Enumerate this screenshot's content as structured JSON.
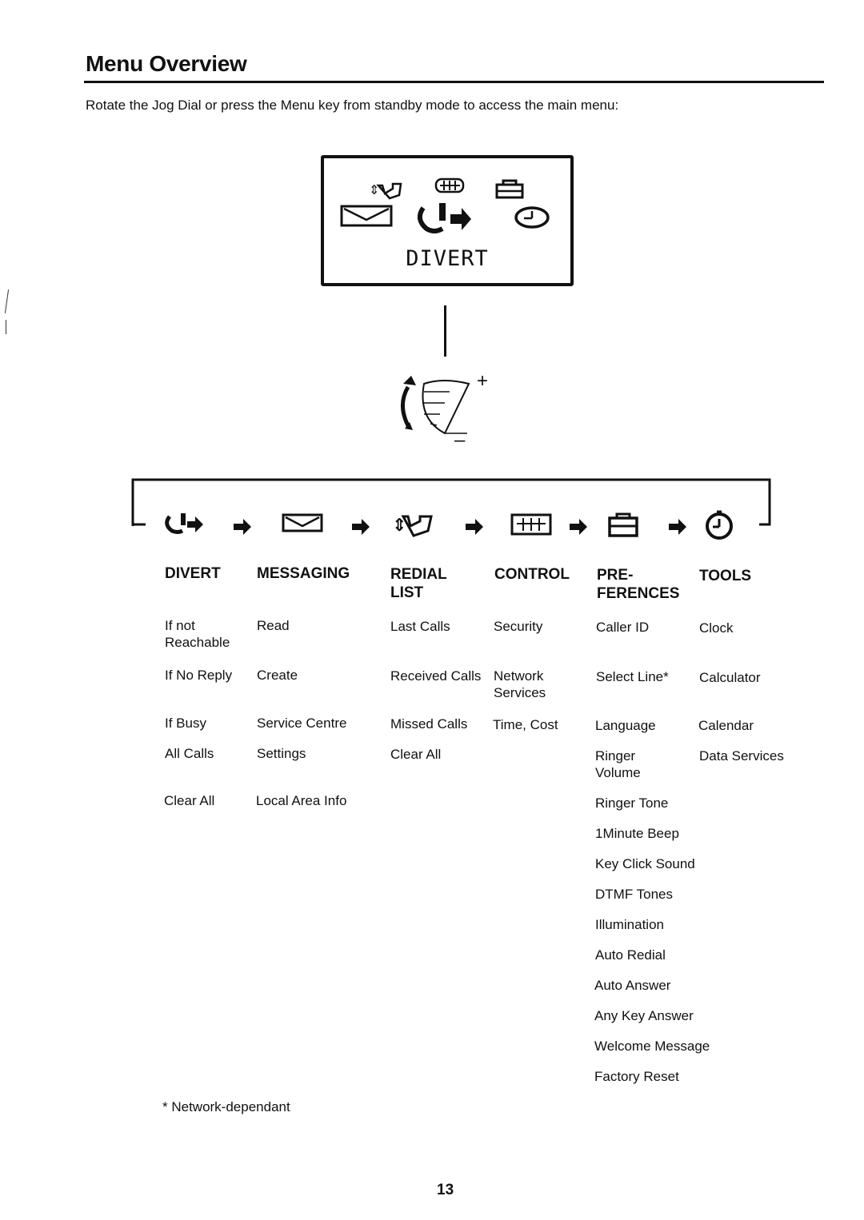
{
  "page": {
    "title": "Menu Overview",
    "intro": "Rotate the Jog Dial or press the Menu key from standby mode to access the main menu:",
    "footnote": "* Network-dependant",
    "page_number": "13"
  },
  "display": {
    "label": "DIVERT",
    "icons": [
      "redial-list-icon",
      "control-icon",
      "preferences-icon",
      "messaging-icon",
      "divert-icon",
      "tools-icon"
    ]
  },
  "jog_dial": {
    "plus": "+",
    "minus": "–"
  },
  "menu_sequence_icons": [
    "divert-icon",
    "messaging-icon",
    "redial-list-icon",
    "control-icon",
    "preferences-icon",
    "tools-icon"
  ],
  "columns": [
    {
      "heading": "DIVERT",
      "items": [
        "If not\nReachable",
        "If No Reply",
        "If Busy",
        "All Calls",
        "Clear All"
      ]
    },
    {
      "heading": "MESSAGING",
      "items": [
        "Read",
        "Create",
        "Service Centre",
        "Settings",
        "Local Area Info"
      ]
    },
    {
      "heading": "REDIAL\nLIST",
      "items": [
        "Last Calls",
        "Received Calls",
        "Missed Calls",
        "Clear All"
      ]
    },
    {
      "heading": "CONTROL",
      "items": [
        "Security",
        "Network\nServices",
        "Time, Cost"
      ]
    },
    {
      "heading": "PRE-\nFERENCES",
      "items": [
        "Caller ID",
        "Select Line*",
        "Language",
        "Ringer\nVolume",
        "Ringer Tone",
        "1Minute Beep",
        "Key Click Sound",
        "DTMF Tones",
        "Illumination",
        "Auto Redial",
        "Auto Answer",
        "Any Key Answer",
        "Welcome Message",
        "Factory Reset"
      ]
    },
    {
      "heading": "TOOLS",
      "items": [
        "Clock",
        "Calculator",
        "Calendar",
        "Data Services"
      ]
    }
  ]
}
